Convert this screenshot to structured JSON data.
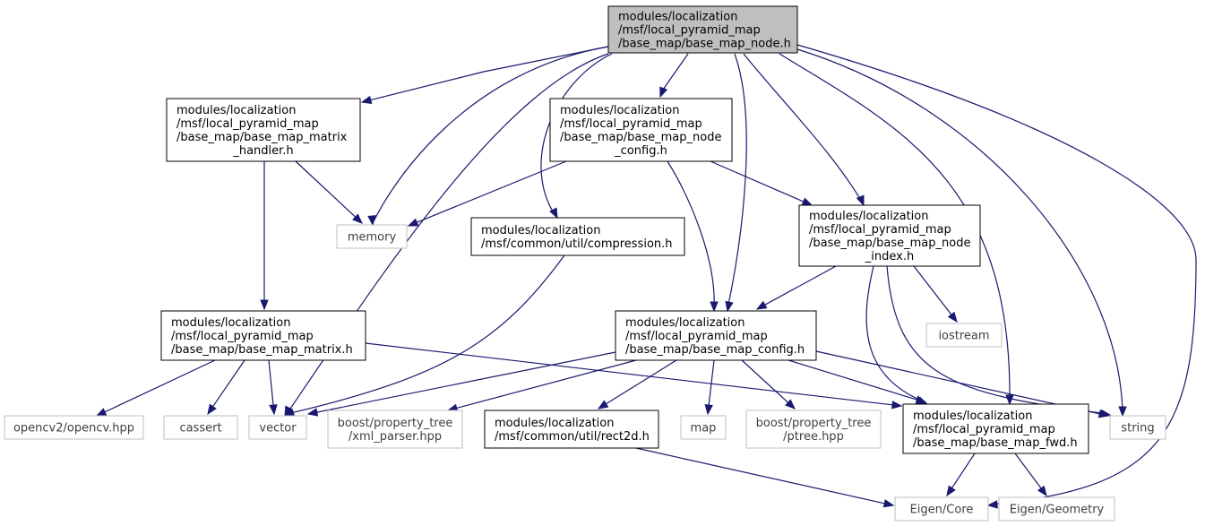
{
  "colors": {
    "edge": "#191970",
    "root_fill": "#bfbfbf",
    "node_border": "#000000",
    "external_border": "#bfbfbf"
  },
  "nodes": [
    {
      "id": "root",
      "kind": "root",
      "lines": [
        "modules/localization",
        "/msf/local_pyramid_map",
        "/base_map/base_map_node.h"
      ]
    },
    {
      "id": "matrix_handler",
      "kind": "primary",
      "lines": [
        "modules/localization",
        "/msf/local_pyramid_map",
        "/base_map/base_map_matrix",
        "_handler.h"
      ]
    },
    {
      "id": "node_config",
      "kind": "primary",
      "lines": [
        "modules/localization",
        "/msf/local_pyramid_map",
        "/base_map/base_map_node",
        "_config.h"
      ]
    },
    {
      "id": "memory",
      "kind": "external",
      "lines": [
        "memory"
      ]
    },
    {
      "id": "compression",
      "kind": "primary",
      "lines": [
        "modules/localization",
        "/msf/common/util/compression.h"
      ]
    },
    {
      "id": "node_index",
      "kind": "primary",
      "lines": [
        "modules/localization",
        "/msf/local_pyramid_map",
        "/base_map/base_map_node",
        "_index.h"
      ]
    },
    {
      "id": "matrix",
      "kind": "primary",
      "lines": [
        "modules/localization",
        "/msf/local_pyramid_map",
        "/base_map/base_map_matrix.h"
      ]
    },
    {
      "id": "config",
      "kind": "primary",
      "lines": [
        "modules/localization",
        "/msf/local_pyramid_map",
        "/base_map/base_map_config.h"
      ]
    },
    {
      "id": "iostream",
      "kind": "external",
      "lines": [
        "iostream"
      ]
    },
    {
      "id": "opencv",
      "kind": "external",
      "lines": [
        "opencv2/opencv.hpp"
      ]
    },
    {
      "id": "cassert",
      "kind": "external",
      "lines": [
        "cassert"
      ]
    },
    {
      "id": "vector",
      "kind": "external",
      "lines": [
        "vector"
      ]
    },
    {
      "id": "xml_parser",
      "kind": "external",
      "lines": [
        "boost/property_tree",
        "/xml_parser.hpp"
      ]
    },
    {
      "id": "rect2d",
      "kind": "primary",
      "lines": [
        "modules/localization",
        "/msf/common/util/rect2d.h"
      ]
    },
    {
      "id": "map",
      "kind": "external",
      "lines": [
        "map"
      ]
    },
    {
      "id": "ptree",
      "kind": "external",
      "lines": [
        "boost/property_tree",
        "/ptree.hpp"
      ]
    },
    {
      "id": "fwd",
      "kind": "primary",
      "lines": [
        "modules/localization",
        "/msf/local_pyramid_map",
        "/base_map/base_map_fwd.h"
      ]
    },
    {
      "id": "string",
      "kind": "external",
      "lines": [
        "string"
      ]
    },
    {
      "id": "eigen_core",
      "kind": "external",
      "lines": [
        "Eigen/Core"
      ]
    },
    {
      "id": "eigen_geometry",
      "kind": "external",
      "lines": [
        "Eigen/Geometry"
      ]
    }
  ],
  "edges": [
    {
      "from": "root",
      "to": "matrix_handler"
    },
    {
      "from": "root",
      "to": "memory"
    },
    {
      "from": "root",
      "to": "vector"
    },
    {
      "from": "root",
      "to": "compression"
    },
    {
      "from": "root",
      "to": "node_config"
    },
    {
      "from": "root",
      "to": "config"
    },
    {
      "from": "root",
      "to": "node_index"
    },
    {
      "from": "root",
      "to": "fwd"
    },
    {
      "from": "root",
      "to": "string"
    },
    {
      "from": "root",
      "to": "eigen_core"
    },
    {
      "from": "matrix_handler",
      "to": "memory"
    },
    {
      "from": "matrix_handler",
      "to": "matrix"
    },
    {
      "from": "node_config",
      "to": "memory"
    },
    {
      "from": "node_config",
      "to": "config"
    },
    {
      "from": "node_config",
      "to": "node_index"
    },
    {
      "from": "compression",
      "to": "vector"
    },
    {
      "from": "node_index",
      "to": "config"
    },
    {
      "from": "node_index",
      "to": "iostream"
    },
    {
      "from": "node_index",
      "to": "fwd"
    },
    {
      "from": "node_index",
      "to": "string"
    },
    {
      "from": "matrix",
      "to": "opencv"
    },
    {
      "from": "matrix",
      "to": "cassert"
    },
    {
      "from": "matrix",
      "to": "vector"
    },
    {
      "from": "matrix",
      "to": "fwd"
    },
    {
      "from": "config",
      "to": "vector"
    },
    {
      "from": "config",
      "to": "xml_parser"
    },
    {
      "from": "config",
      "to": "rect2d"
    },
    {
      "from": "config",
      "to": "map"
    },
    {
      "from": "config",
      "to": "ptree"
    },
    {
      "from": "config",
      "to": "fwd"
    },
    {
      "from": "config",
      "to": "string"
    },
    {
      "from": "rect2d",
      "to": "eigen_core"
    },
    {
      "from": "fwd",
      "to": "eigen_core"
    },
    {
      "from": "fwd",
      "to": "eigen_geometry"
    }
  ]
}
